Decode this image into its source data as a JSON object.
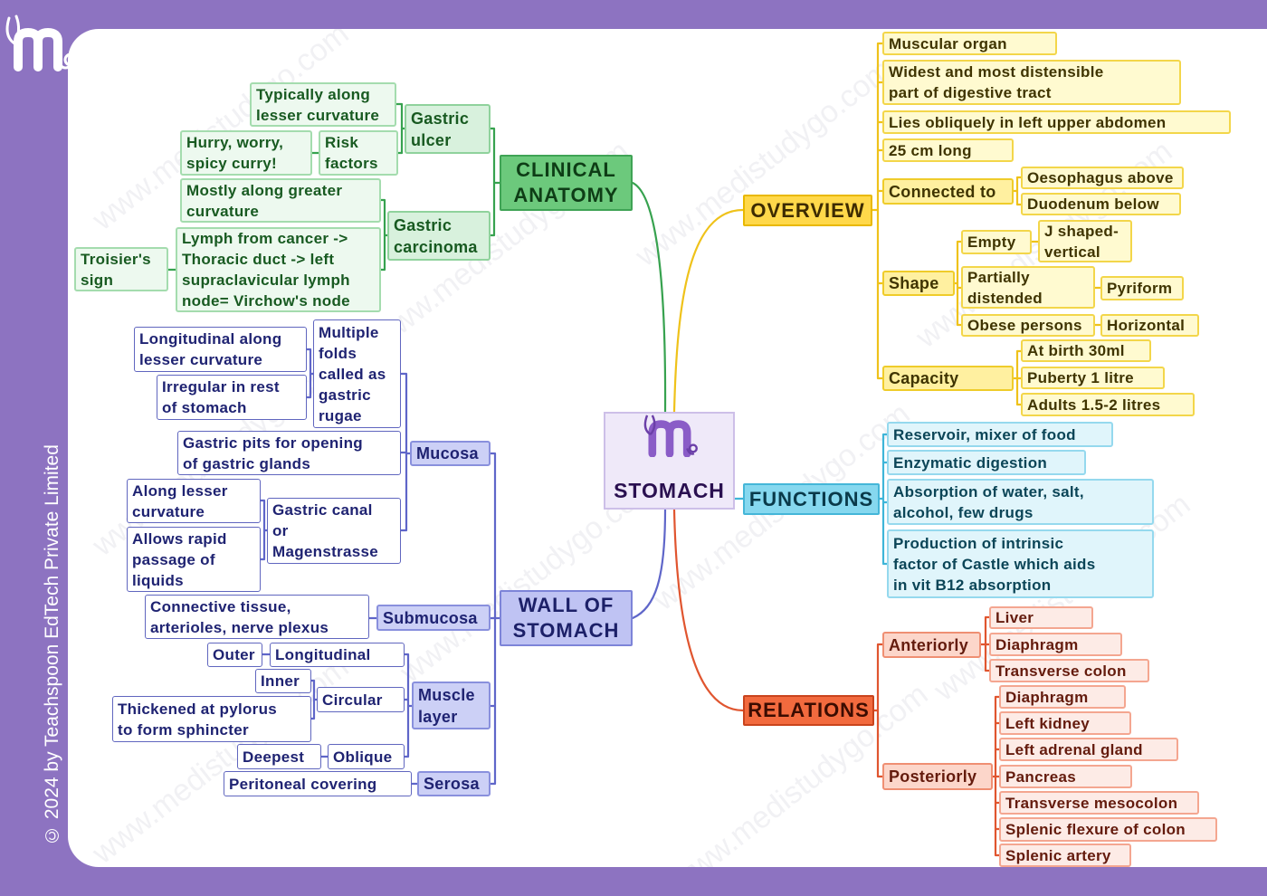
{
  "brand": {
    "logo_letter": "m",
    "watermark": "www.medistudygo.com",
    "copyright": "© 2024 by Teachspoon EdTech Private Limited"
  },
  "colors": {
    "background": "#8d73c1",
    "card": "#ffffff",
    "center": "#efe9f9",
    "overview": "#ffd84a",
    "functions": "#86d8ef",
    "relations": "#f26a3e",
    "clinical_anatomy": "#6cc97c",
    "wall": "#bfc3f3"
  },
  "center": {
    "title": "STOMACH"
  },
  "overview": {
    "label": "OVERVIEW",
    "muscular": "Muscular organ",
    "widest": "Widest and most distensible\npart of digestive tract",
    "lies": "Lies obliquely in left upper abdomen",
    "length": "25 cm long",
    "connected": {
      "label": "Connected to",
      "above": "Oesophagus above",
      "below": "Duodenum below"
    },
    "shape": {
      "label": "Shape",
      "empty": "Empty",
      "empty_form": "J shaped-\nvertical",
      "partial": "Partially\ndistended",
      "partial_form": "Pyriform",
      "obese": "Obese persons",
      "obese_form": "Horizontal"
    },
    "capacity": {
      "label": "Capacity",
      "birth": "At birth 30ml",
      "puberty": "Puberty 1 litre",
      "adults": "Adults 1.5-2 litres"
    }
  },
  "functions": {
    "label": "FUNCTIONS",
    "items": [
      "Reservoir, mixer of food",
      "Enzymatic digestion",
      "Absorption of water, salt,\nalcohol, few drugs",
      "Production of intrinsic\nfactor of Castle which aids\nin vit B12 absorption"
    ]
  },
  "relations": {
    "label": "RELATIONS",
    "anteriorly": {
      "label": "Anteriorly",
      "items": [
        "Liver",
        "Diaphragm",
        "Transverse colon"
      ]
    },
    "posteriorly": {
      "label": "Posteriorly",
      "items": [
        "Diaphragm",
        "Left kidney",
        "Left adrenal gland",
        "Pancreas",
        "Transverse mesocolon",
        "Splenic flexure of colon",
        "Splenic artery"
      ]
    }
  },
  "clinical_anatomy": {
    "label": "CLINICAL\nANATOMY",
    "gastric_ulcer": {
      "label": "Gastric\nulcer",
      "location": "Typically along\nlesser curvature",
      "risk_factors": {
        "label": "Risk\nfactors",
        "detail": "Hurry, worry,\nspicy curry!"
      }
    },
    "gastric_carcinoma": {
      "label": "Gastric\ncarcinoma",
      "location": "Mostly along greater\ncurvature",
      "lymph": {
        "label": "Lymph from cancer ->\nThoracic duct -> left\nsupraclavicular lymph\nnode= Virchow's node",
        "sign": "Troisier's\nsign"
      }
    }
  },
  "wall": {
    "label": "WALL OF\nSTOMACH",
    "mucosa": {
      "label": "Mucosa",
      "rugae": {
        "label": "Multiple\nfolds\ncalled as\ngastric\nrugae",
        "longitudinal": "Longitudinal along\nlesser curvature",
        "irregular": "Irregular in rest\nof stomach"
      },
      "pits": "Gastric pits for opening\nof gastric glands",
      "canal": {
        "label": "Gastric canal\nor\nMagenstrasse",
        "location": "Along lesser\ncurvature",
        "function": "Allows rapid\npassage of\nliquids"
      }
    },
    "submucosa": {
      "label": "Submucosa",
      "content": "Connective tissue,\narterioles, nerve plexus"
    },
    "muscle": {
      "label": "Muscle\nlayer",
      "longitudinal": {
        "label": "Longitudinal",
        "position": "Outer"
      },
      "circular": {
        "label": "Circular",
        "position": "Inner",
        "note": "Thickened at pylorus\nto form sphincter"
      },
      "oblique": {
        "label": "Oblique",
        "position": "Deepest"
      }
    },
    "serosa": {
      "label": "Serosa",
      "content": "Peritoneal covering"
    }
  }
}
